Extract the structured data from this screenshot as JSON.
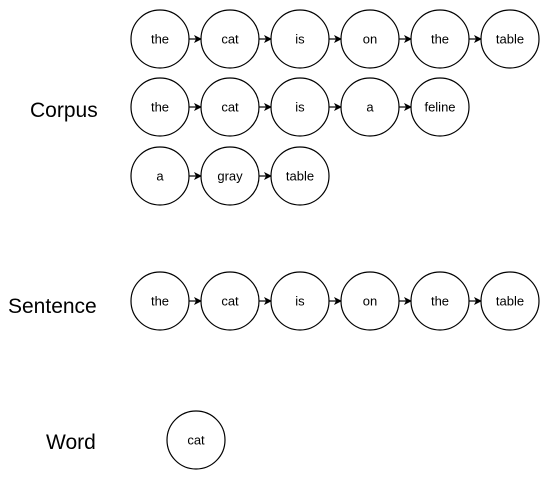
{
  "sections": {
    "corpus": {
      "label": "Corpus",
      "sequences": [
        [
          "the",
          "cat",
          "is",
          "on",
          "the",
          "table"
        ],
        [
          "the",
          "cat",
          "is",
          "a",
          "feline"
        ],
        [
          "a",
          "gray",
          "table"
        ]
      ]
    },
    "sentence": {
      "label": "Sentence",
      "sequences": [
        [
          "the",
          "cat",
          "is",
          "on",
          "the",
          "table"
        ]
      ]
    },
    "word": {
      "label": "Word",
      "sequences": [
        [
          "cat"
        ]
      ]
    }
  },
  "colors": {
    "node_fill": "#ffffff",
    "node_stroke": "#000000",
    "text": "#000000"
  }
}
